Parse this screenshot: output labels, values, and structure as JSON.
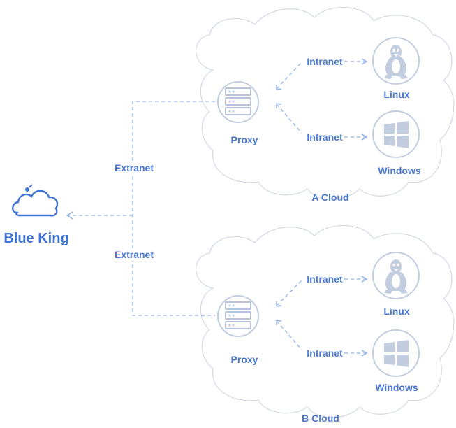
{
  "brand": {
    "name": "Blue King",
    "icon": "cloud-fruit-logo-icon"
  },
  "links": {
    "extranet_top": "Extranet",
    "extranet_bottom": "Extranet"
  },
  "clouds": [
    {
      "name": "A Cloud",
      "proxy_label": "Proxy",
      "nodes": [
        {
          "label": "Linux",
          "icon": "linux-penguin-icon",
          "link_label": "Intranet"
        },
        {
          "label": "Windows",
          "icon": "windows-icon",
          "link_label": "Intranet"
        }
      ]
    },
    {
      "name": "B Cloud",
      "proxy_label": "Proxy",
      "nodes": [
        {
          "label": "Linux",
          "icon": "linux-penguin-icon",
          "link_label": "Intranet"
        },
        {
          "label": "Windows",
          "icon": "windows-icon",
          "link_label": "Intranet"
        }
      ]
    }
  ],
  "colors": {
    "accent": "#4a78d0",
    "line": "#8fb0e8",
    "icon": "#c3cde0",
    "cloud_border": "#d3d9e4"
  }
}
